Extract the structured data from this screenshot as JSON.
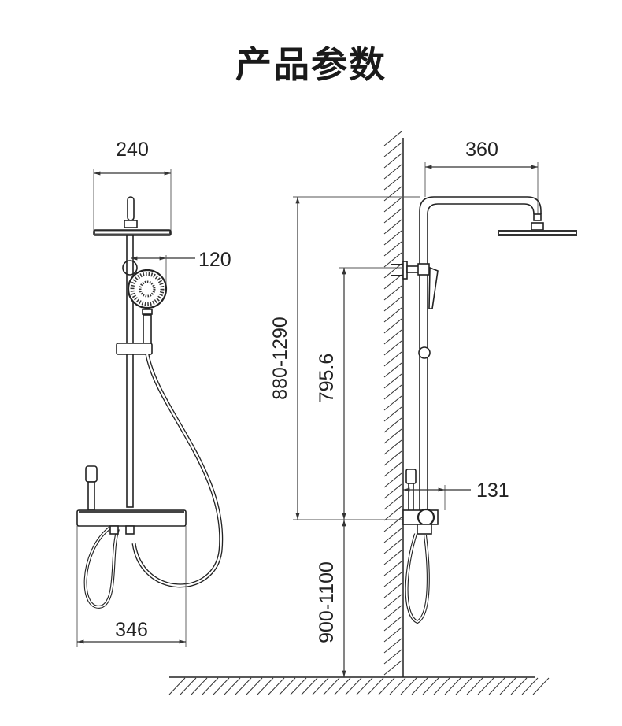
{
  "title": "产品参数",
  "front_view": {
    "head_width": "240",
    "handshower_offset": "120",
    "mixer_width": "346"
  },
  "side_view": {
    "arm_projection": "360",
    "total_height": "880-1290",
    "bracket_height": "795.6",
    "mixer_projection": "131",
    "mixer_install_height": "900-1100"
  }
}
